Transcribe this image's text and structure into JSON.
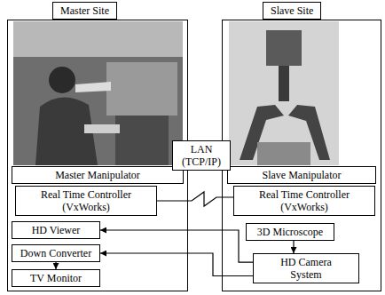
{
  "diagram": {
    "nodes": [
      {
        "text": [
          "Master Site"
        ]
      },
      {
        "text": [
          "Master Manipulator"
        ],
        "in": 0
      },
      {
        "text": [
          "Real Time Controller (VxWorks)"
        ],
        "in": 0
      },
      {
        "text": [
          "HD Viewer"
        ],
        "in": 0
      },
      {
        "text": [
          "Down Converter"
        ],
        "in": 0
      },
      {
        "text": [
          "TV Monitor"
        ],
        "in": 0
      },
      {
        "text": [
          "LAN (TCP/IP)"
        ]
      },
      {
        "text": [
          "Slave Site"
        ]
      },
      {
        "text": [
          "Slave Manipulator"
        ],
        "in": 7
      },
      {
        "text": [
          "Real Time Controller (VxWorks)"
        ],
        "in": 7
      },
      {
        "text": [
          "3D Microscope"
        ],
        "in": 7
      },
      {
        "text": [
          "HD Camera System"
        ],
        "in": 7
      }
    ],
    "edges": [
      {
        "from": 2,
        "to": 9,
        "arrow": "none"
      },
      {
        "from": 10,
        "to": 11,
        "arrow": "to"
      },
      {
        "from": 11,
        "to": 3,
        "arrow": "to"
      },
      {
        "from": 11,
        "to": 4,
        "arrow": "to"
      },
      {
        "from": 4,
        "to": 5,
        "arrow": "to"
      }
    ]
  }
}
